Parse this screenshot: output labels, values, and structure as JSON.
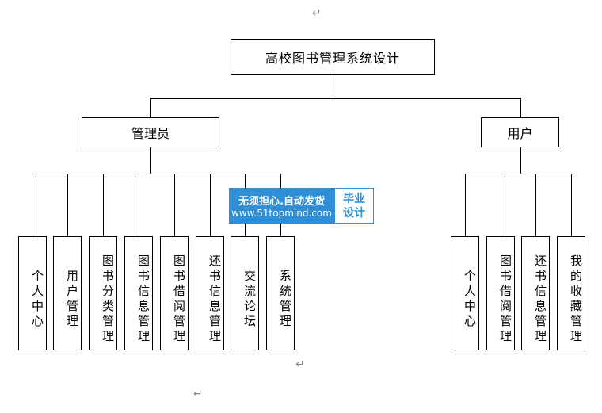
{
  "diagram": {
    "root": {
      "label": "高校图书管理系统设计"
    },
    "admin": {
      "label": "管理员",
      "children": [
        "个人中心",
        "用户管理",
        "图书分类管理",
        "图书信息管理",
        "图书借阅管理",
        "还书信息管理",
        "交流论坛",
        "系统管理"
      ]
    },
    "user": {
      "label": "用户",
      "children": [
        "个人中心",
        "图书借阅管理",
        "还书信息管理",
        "我的收藏管理"
      ]
    }
  },
  "paragraph_marks": [
    "↵",
    "↵",
    "↵"
  ],
  "watermark": {
    "line1": "无须担心.自动发货",
    "line2": "www.51topmind.com",
    "badge_line1": "毕业",
    "badge_line2": "设计"
  }
}
